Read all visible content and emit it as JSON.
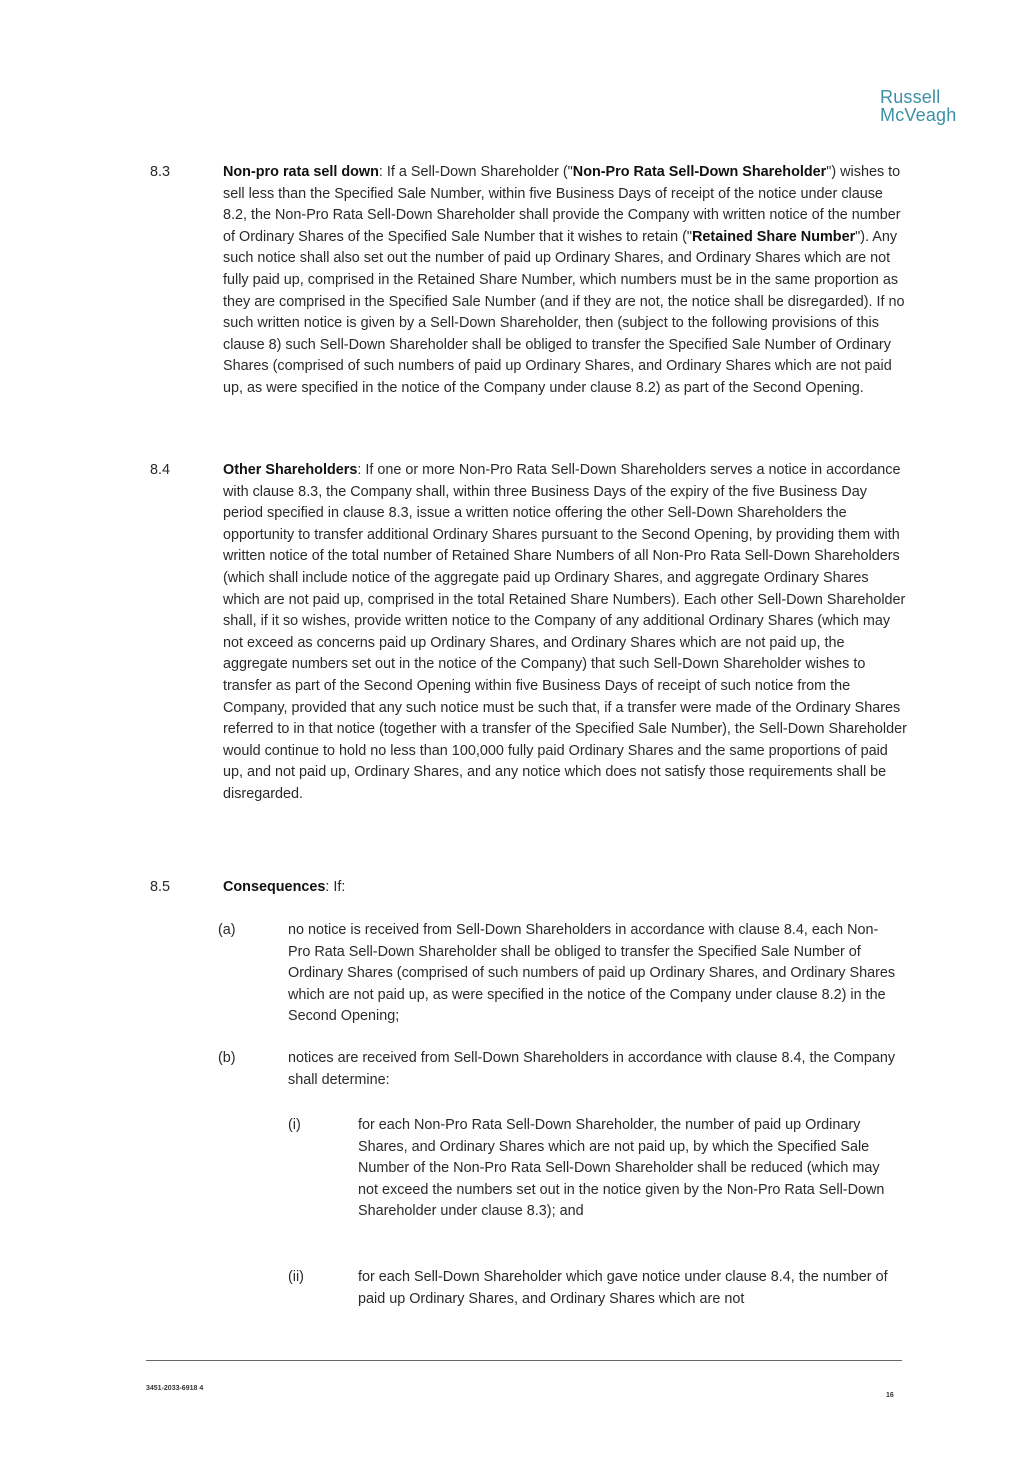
{
  "header": {
    "logo_line1": "Russell",
    "logo_line2": "McVeagh"
  },
  "clauses": {
    "c83": {
      "number": "8.3",
      "heading": "Non-pro rata sell down",
      "t1": ": If a Sell-Down Shareholder (\"",
      "b1": "Non-Pro Rata Sell-Down Shareholder",
      "t2": "\") wishes to sell less than the Specified Sale Number, within five Business Days of receipt of the notice under clause 8.2, the Non-Pro Rata Sell-Down Shareholder shall provide the Company with written notice of the number of Ordinary Shares of the Specified Sale Number that it wishes to retain (\"",
      "b2": "Retained Share Number",
      "t3": "\"). Any such notice shall also set out the number of paid up Ordinary Shares, and Ordinary Shares which are not fully paid up, comprised in the Retained Share Number, which numbers must be in the same proportion as they are comprised in the Specified Sale Number (and if they are not, the notice shall be disregarded). If no such written notice is given by a Sell-Down Shareholder, then (subject to the following provisions of this clause 8) such Sell-Down Shareholder shall be obliged to transfer the Specified Sale Number of Ordinary Shares (comprised of such numbers of paid up Ordinary Shares, and Ordinary Shares which are not paid up, as were specified in the notice of the Company under clause 8.2) as part of the Second Opening."
    },
    "c84": {
      "number": "8.4",
      "heading": "Other Shareholders",
      "text": ": If one or more Non-Pro Rata Sell-Down Shareholders serves a notice in accordance with clause 8.3, the Company shall, within three Business Days of the expiry of the five Business Day period specified in clause 8.3, issue a written notice offering the other Sell-Down Shareholders the opportunity to transfer additional Ordinary Shares pursuant to the Second Opening, by providing them with written notice of the total number of Retained Share Numbers of all Non-Pro Rata Sell-Down Shareholders (which shall include notice of the aggregate paid up Ordinary Shares, and aggregate Ordinary Shares which are not paid up, comprised in the total Retained Share Numbers). Each other Sell-Down Shareholder shall, if it so wishes, provide written notice to the Company of any additional Ordinary Shares (which may not exceed as concerns paid up Ordinary Shares, and Ordinary Shares which are not paid up, the aggregate numbers set out in the notice of the Company) that such Sell-Down Shareholder wishes to transfer as part of the Second Opening within five Business Days of receipt of such notice from the Company, provided that any such notice must be such that, if a transfer were made of the Ordinary Shares referred to in that notice (together with a transfer of the Specified Sale Number), the Sell-Down Shareholder would continue to hold no less than 100,000 fully paid Ordinary Shares and the same proportions of paid up, and not paid up, Ordinary Shares, and any notice which does not satisfy those requirements shall be disregarded."
    },
    "c85": {
      "number": "8.5",
      "heading": "Consequences",
      "text": ": If:",
      "a_label": "(a)",
      "a_text": "no notice is received from Sell-Down Shareholders in accordance with clause 8.4, each Non-Pro Rata Sell-Down Shareholder shall be obliged to transfer the Specified Sale Number of Ordinary Shares (comprised of such numbers of paid up Ordinary Shares, and Ordinary Shares which are not paid up, as were specified in the notice of the Company under clause 8.2) in the Second Opening;",
      "b_label": "(b)",
      "b_text": "notices are received from Sell-Down Shareholders in accordance with clause 8.4, the Company shall determine:",
      "i_label": "(i)",
      "i_text": "for each Non-Pro Rata Sell-Down Shareholder, the number of paid up Ordinary Shares, and Ordinary Shares which are not paid up, by which the Specified Sale Number of the Non-Pro Rata Sell-Down Shareholder shall be reduced (which may not exceed the numbers set out in the notice given by the Non-Pro Rata Sell-Down Shareholder under clause 8.3); and",
      "ii_label": "(ii)",
      "ii_text": "for each Sell-Down Shareholder which gave notice under clause 8.4, the number of paid up Ordinary Shares, and Ordinary Shares which are not"
    }
  },
  "footer": {
    "doc_ref": "3451-2033-6918 4",
    "page_number": "16"
  }
}
